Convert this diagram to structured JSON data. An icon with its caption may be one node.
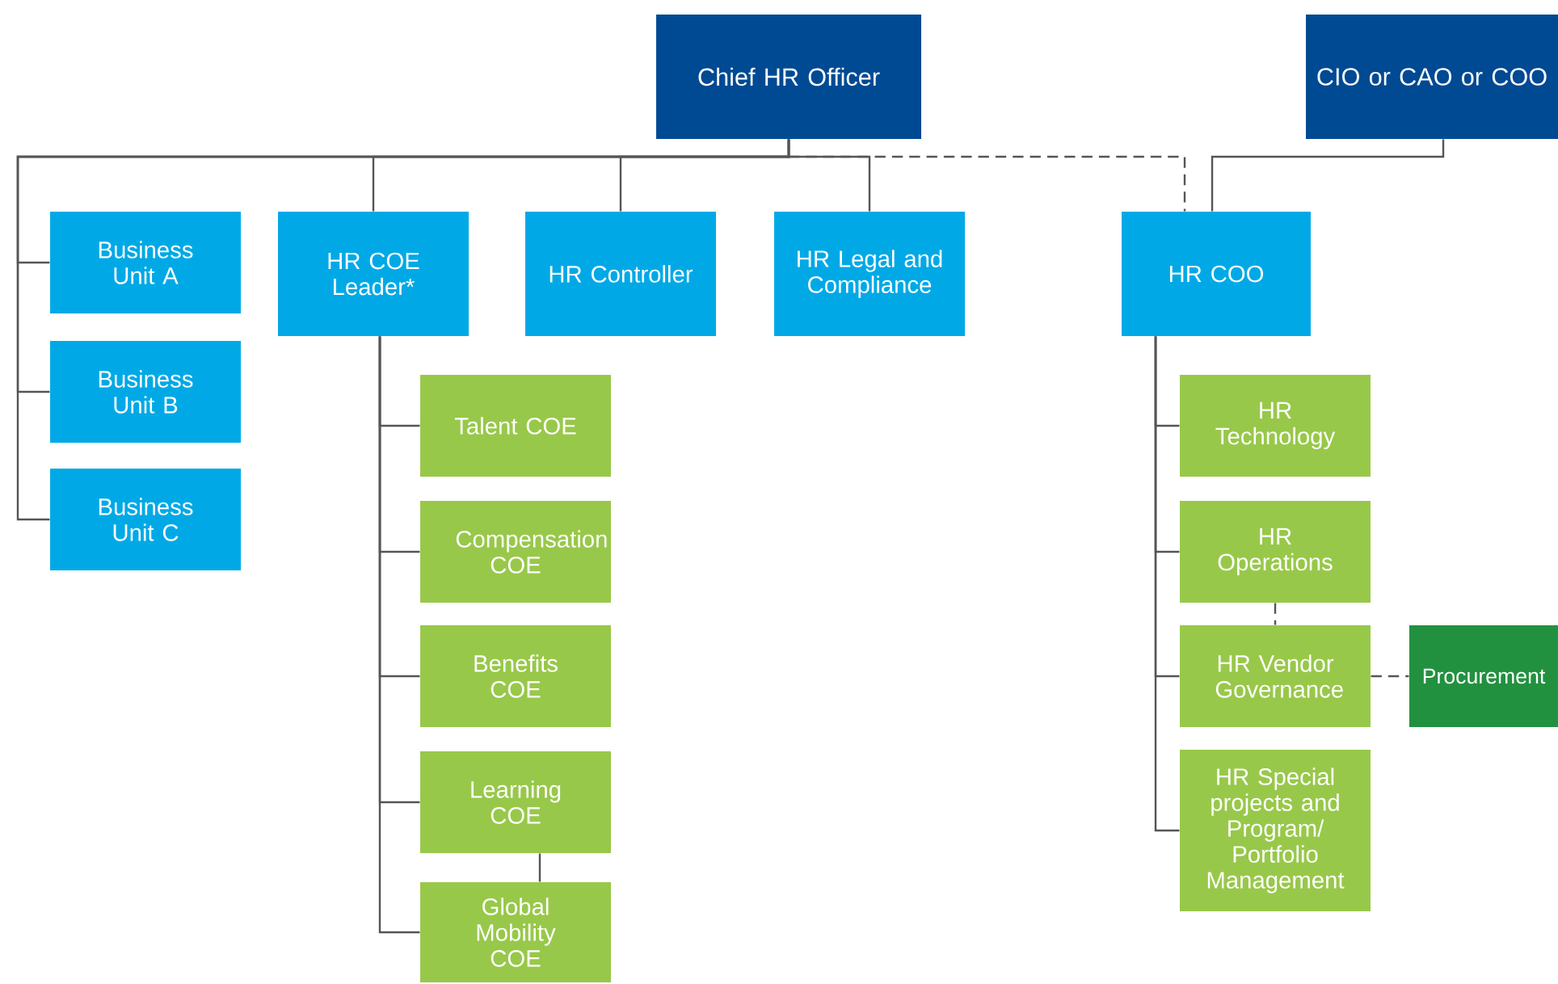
{
  "diagram": {
    "nodes": [
      {
        "text": [
          "Chief HR Officer"
        ]
      },
      {
        "text": [
          "CIO or CAO or COO"
        ]
      },
      {
        "text": [
          "Business Unit A"
        ]
      },
      {
        "text": [
          "Business Unit B"
        ]
      },
      {
        "text": [
          "Business Unit C"
        ]
      },
      {
        "text": [
          "HR COE Leader*"
        ]
      },
      {
        "text": [
          "HR Controller"
        ]
      },
      {
        "text": [
          "HR Legal and Compliance"
        ]
      },
      {
        "text": [
          "HR COO"
        ]
      },
      {
        "text": [
          "Talent COE"
        ]
      },
      {
        "text": [
          "Compensation COE"
        ]
      },
      {
        "text": [
          "Benefits COE"
        ]
      },
      {
        "text": [
          "Learning COE"
        ]
      },
      {
        "text": [
          "Global Mobility COE"
        ]
      },
      {
        "text": [
          "HR Technology"
        ]
      },
      {
        "text": [
          "HR Operations"
        ]
      },
      {
        "text": [
          "HR Vendor Governance"
        ]
      },
      {
        "text": [
          "HR Special projects and Program/ Portfolio Management"
        ]
      },
      {
        "text": [
          "Procurement"
        ]
      }
    ],
    "edges": [
      {
        "from": 0,
        "to": 2,
        "arrow": "none"
      },
      {
        "from": 0,
        "to": 3,
        "arrow": "none"
      },
      {
        "from": 0,
        "to": 4,
        "arrow": "none"
      },
      {
        "from": 0,
        "to": 5,
        "arrow": "none"
      },
      {
        "from": 0,
        "to": 6,
        "arrow": "none"
      },
      {
        "from": 0,
        "to": 7,
        "arrow": "none"
      },
      {
        "from": 0,
        "to": 8,
        "arrow": "none",
        "style": "dashed"
      },
      {
        "from": 1,
        "to": 8,
        "arrow": "none"
      },
      {
        "from": 5,
        "to": 9,
        "arrow": "none"
      },
      {
        "from": 5,
        "to": 10,
        "arrow": "none"
      },
      {
        "from": 5,
        "to": 11,
        "arrow": "none"
      },
      {
        "from": 5,
        "to": 12,
        "arrow": "none"
      },
      {
        "from": 5,
        "to": 13,
        "arrow": "none"
      },
      {
        "from": 12,
        "to": 13,
        "arrow": "none"
      },
      {
        "from": 8,
        "to": 14,
        "arrow": "none"
      },
      {
        "from": 8,
        "to": 15,
        "arrow": "none"
      },
      {
        "from": 8,
        "to": 16,
        "arrow": "none"
      },
      {
        "from": 8,
        "to": 17,
        "arrow": "none"
      },
      {
        "from": 15,
        "to": 16,
        "arrow": "none",
        "style": "dashed"
      },
      {
        "from": 16,
        "to": 18,
        "arrow": "none",
        "style": "dashed"
      }
    ]
  }
}
